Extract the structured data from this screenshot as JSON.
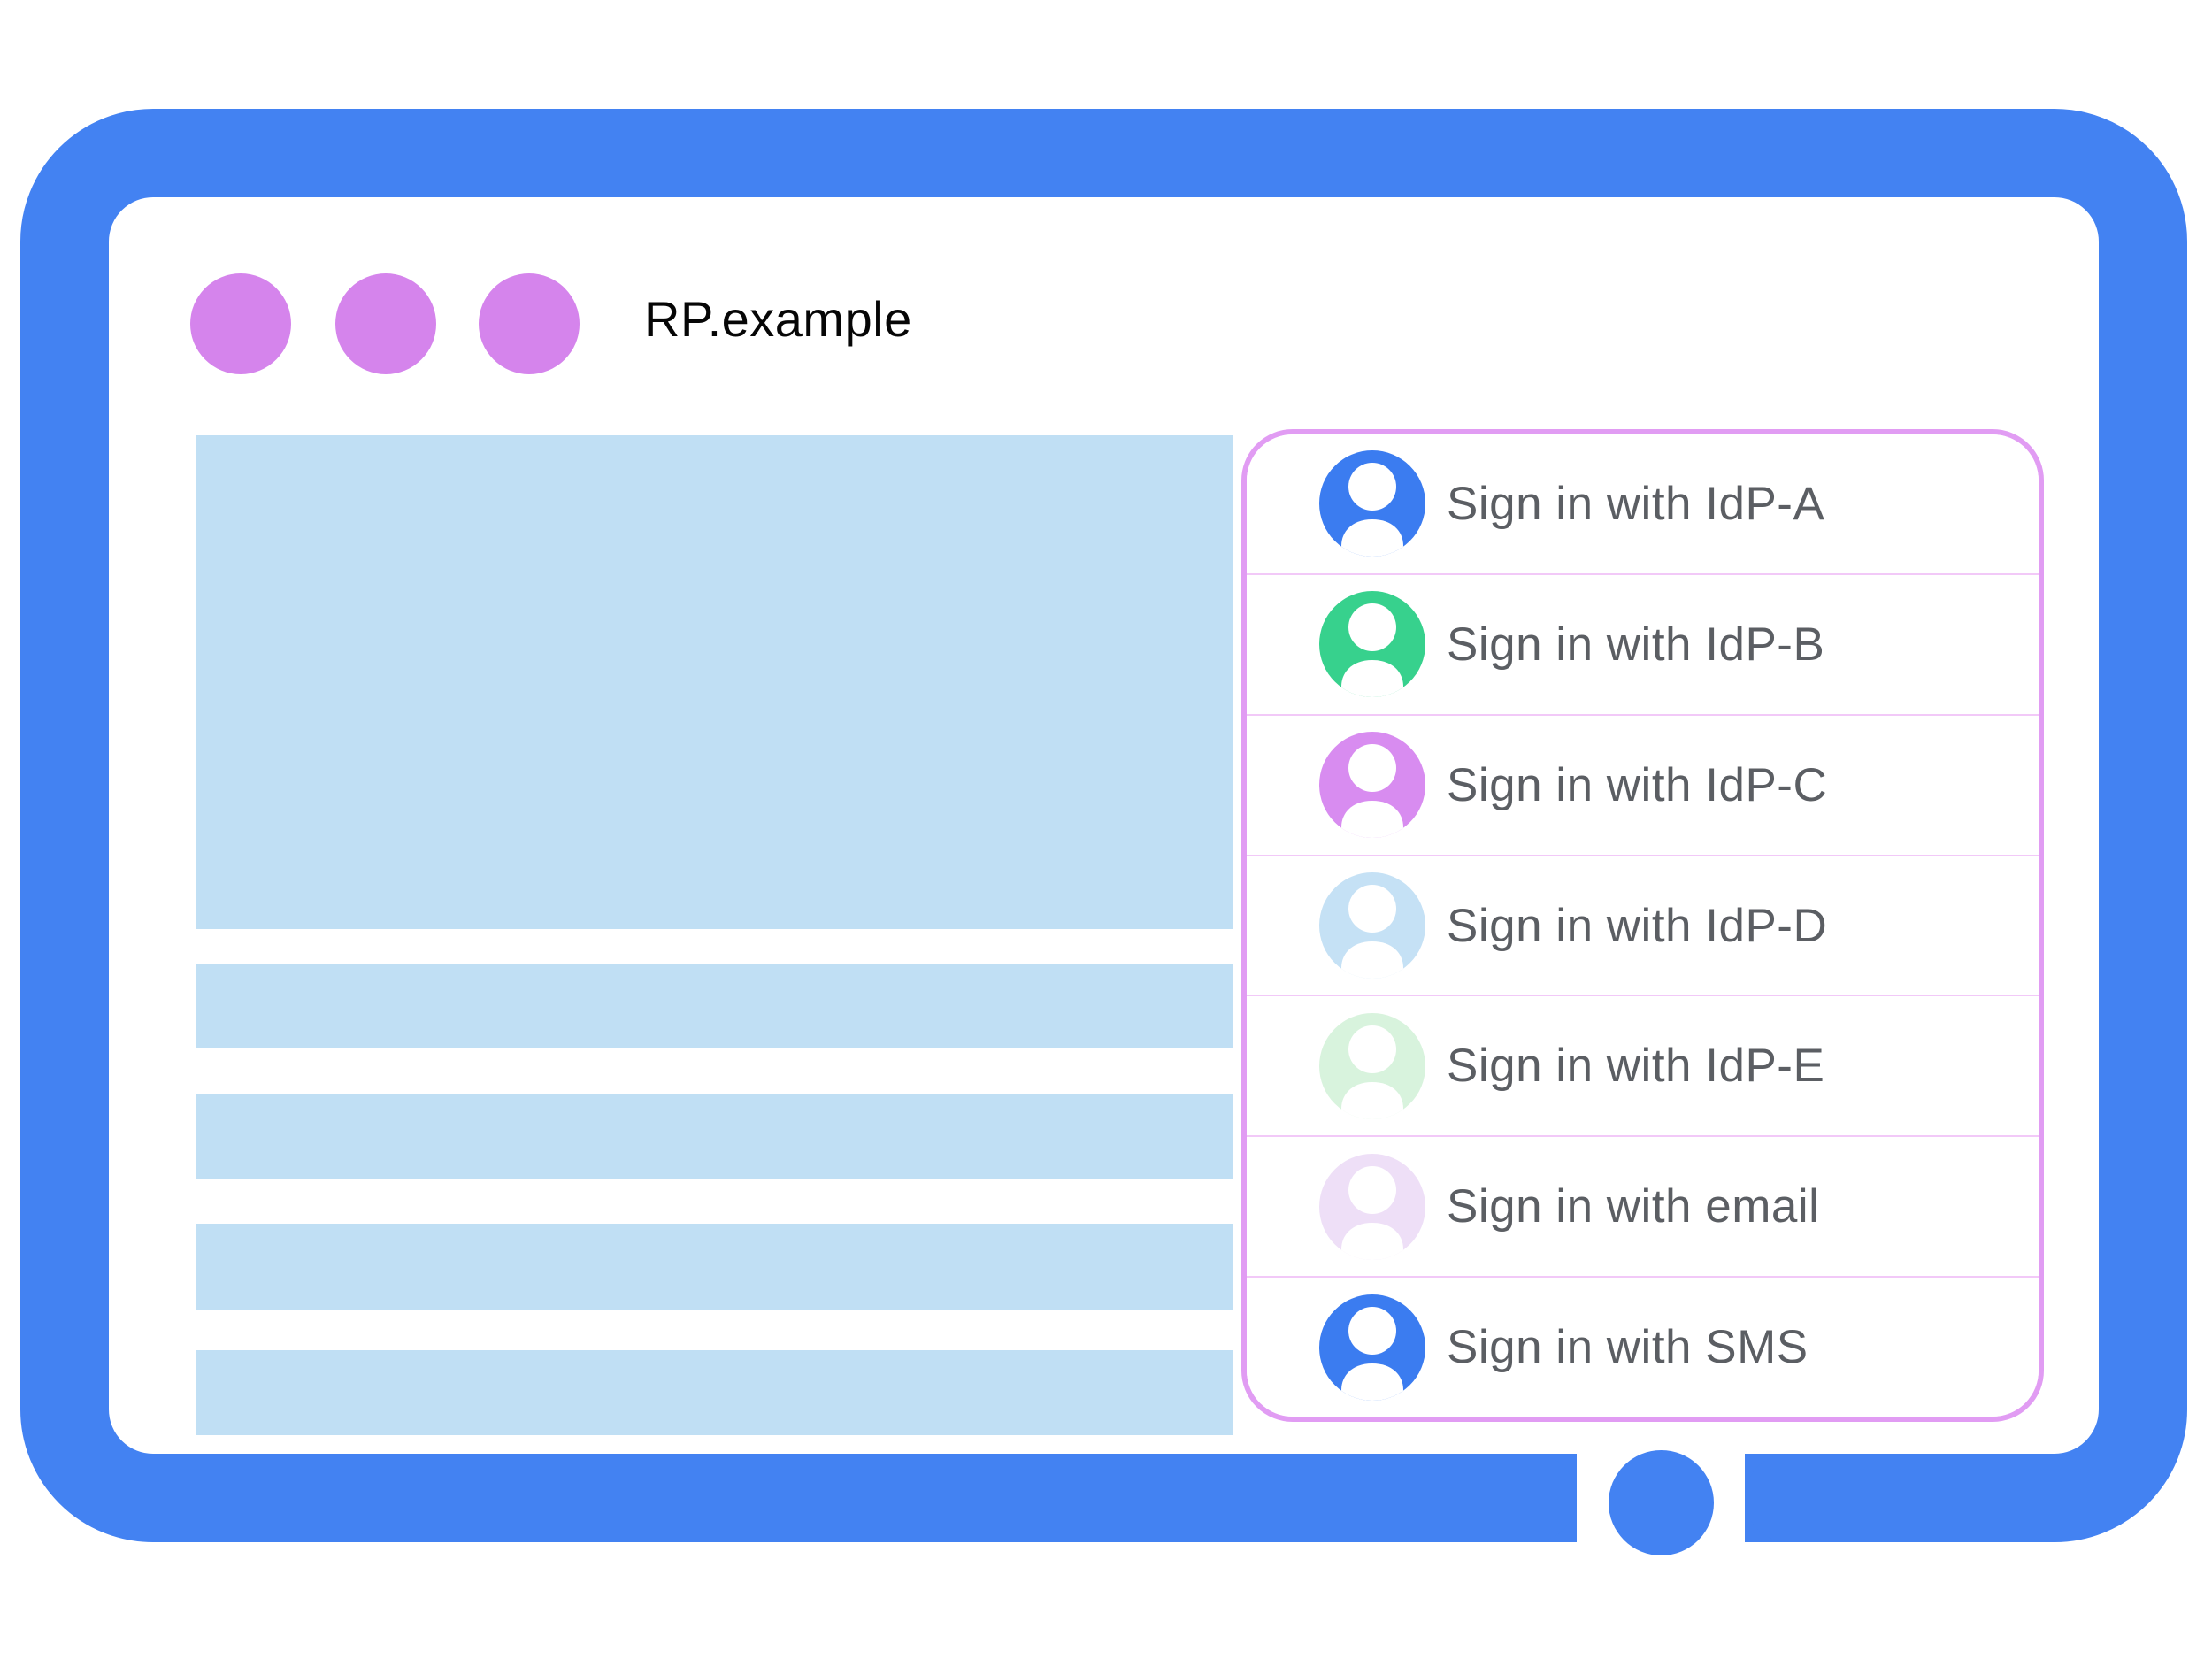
{
  "browser_window": {
    "title": "RP.example",
    "frame_color": "#4382f2",
    "window_dot_color": "#d584ec",
    "content_placeholder_color": "#c0dff4",
    "window_dots": [
      {
        "icon": "window-control-dot-icon"
      },
      {
        "icon": "window-control-dot-icon"
      },
      {
        "icon": "window-control-dot-icon"
      }
    ],
    "home_button_color": "#4382f2"
  },
  "signin_panel": {
    "border_color": "#e19cf3",
    "divider_color": "#f2c9f8",
    "label_color": "#5b5e63",
    "rows": [
      {
        "icon": "person-icon",
        "avatar_color": "#3b7cf0",
        "label": "Sign in with IdP-A"
      },
      {
        "icon": "person-icon",
        "avatar_color": "#37d18d",
        "label": "Sign in with IdP-B"
      },
      {
        "icon": "person-icon",
        "avatar_color": "#d88cf0",
        "label": "Sign in with IdP-C"
      },
      {
        "icon": "person-icon",
        "avatar_color": "#c5e1f5",
        "label": "Sign in with IdP-D"
      },
      {
        "icon": "person-icon",
        "avatar_color": "#d8f3dd",
        "label": "Sign in with IdP-E"
      },
      {
        "icon": "person-icon",
        "avatar_color": "#eedff7",
        "label": "Sign in with email"
      },
      {
        "icon": "person-icon",
        "avatar_color": "#3b7cf0",
        "label": "Sign in with SMS"
      }
    ]
  }
}
